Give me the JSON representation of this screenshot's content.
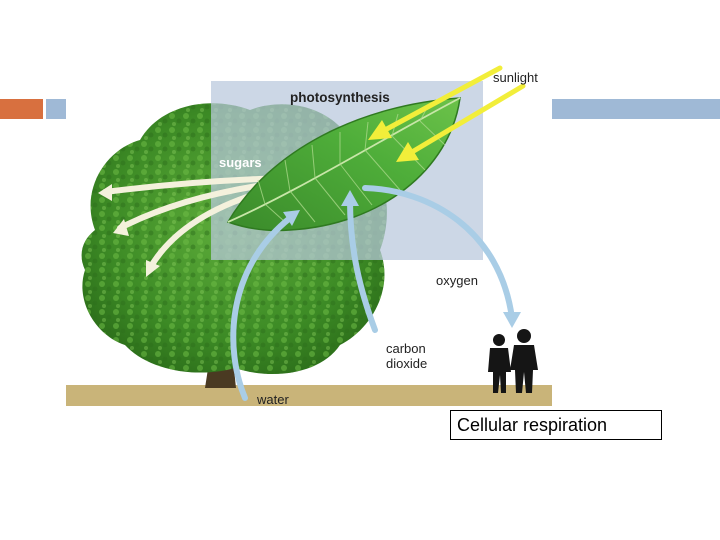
{
  "colors": {
    "accent_orange": "#d8703f",
    "accent_blue": "#9fb9d6",
    "ground": "#c9b479",
    "leaf": "#3f9a2e",
    "arrow_yellow": "#f2ee3a",
    "arrow_blue": "#a9cde6",
    "arrow_cream": "#f4f1dc",
    "overlay": "#b9c7dc"
  },
  "labels": {
    "photosynthesis": "photosynthesis",
    "sunlight": "sunlight",
    "sugars": "sugars",
    "oxygen": "oxygen",
    "carbon_dioxide": "carbon dioxide",
    "water": "water"
  },
  "caption": "Cellular respiration",
  "icons": [
    "tree-icon",
    "leaf-icon",
    "people-silhouette-icon"
  ]
}
